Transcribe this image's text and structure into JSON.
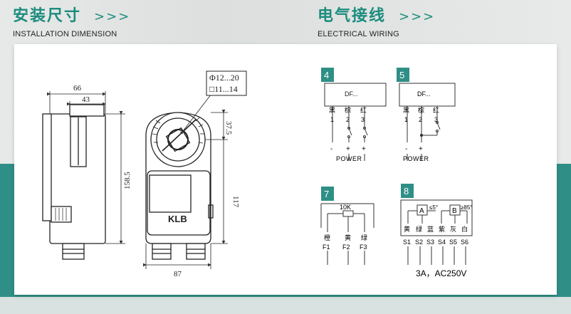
{
  "header_left": {
    "title": "安装尺寸",
    "chevrons": ">>>",
    "subtitle": "INSTALLATION DIMENSION"
  },
  "header_right": {
    "title": "电气接线",
    "chevrons": ">>>",
    "subtitle": "ELECTRICAL WIRING"
  },
  "dimension": {
    "top_width": "66",
    "inner_width": "43",
    "height": "158.5",
    "bottom_width": "87",
    "side_height": "117",
    "shaft_offset": "37.5",
    "shaft_round": "Φ12...20",
    "shaft_square": "□11...14",
    "brand": "KLB"
  },
  "wiring": {
    "d4": {
      "num": "4",
      "model": "DF...",
      "wires": [
        "黑",
        "棕",
        "红"
      ],
      "terms": [
        "1",
        "2",
        "3"
      ],
      "signs": [
        "-",
        "+",
        "+"
      ],
      "power": "POWER"
    },
    "d5": {
      "num": "5",
      "model": "DF...",
      "wires": [
        "黑",
        "棕",
        "红"
      ],
      "terms": [
        "1",
        "2",
        "3"
      ],
      "signs": [
        "-",
        "+"
      ],
      "power": "POWER"
    },
    "d7": {
      "num": "7",
      "label": "10K",
      "colors": [
        "橙",
        "黄",
        "绿"
      ],
      "terms": [
        "F1",
        "F2",
        "F3"
      ]
    },
    "d8": {
      "num": "8",
      "a": "A",
      "b": "B",
      "a_angle": "≤5°",
      "b_angle": "≥85°",
      "colors": [
        "黄",
        "绿",
        "蓝",
        "紫",
        "灰",
        "白"
      ],
      "terms": [
        "S1",
        "S2",
        "S3",
        "S4",
        "S5",
        "S6"
      ],
      "rating": "3A，AC250V"
    }
  }
}
